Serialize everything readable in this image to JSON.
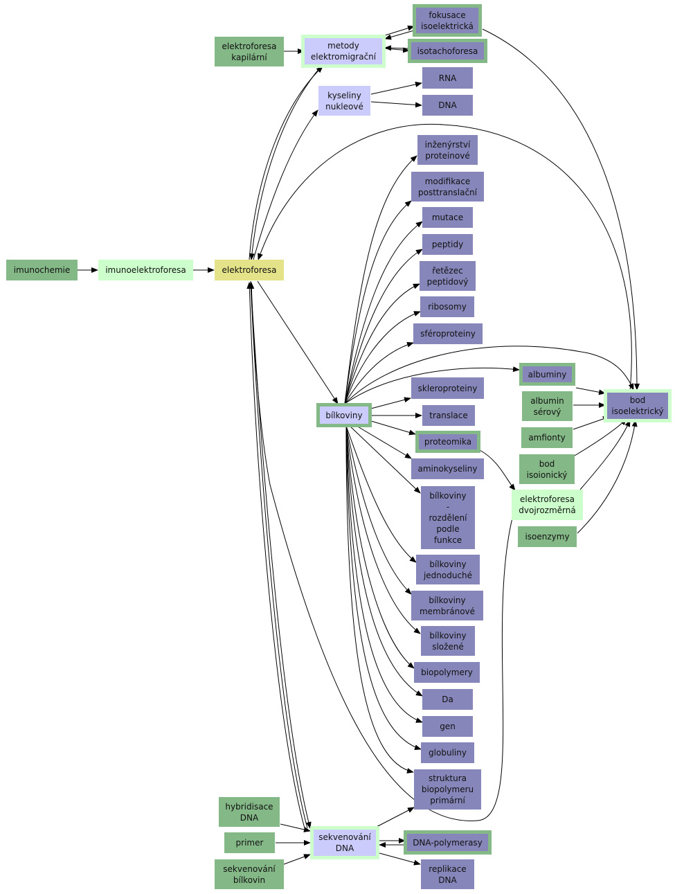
{
  "nodes": {
    "imunochemie": "imunochemie",
    "imunoelektroforesa": "imunoelektroforesa",
    "elektroforesa": "elektroforesa",
    "elektroforesa_kapilarni": "elektroforesa\nkapilární",
    "metody_elektromigracni": "metody\nelektromigrační",
    "fokusace": "fokusace\nisoelektrická",
    "isotachoforesa": "isotachoforesa",
    "kyseliny_nukleove": "kyseliny\nnukleové",
    "rna": "RNA",
    "dna": "DNA",
    "inzenyrstvi": "inženýrství\nproteinové",
    "modifikace": "modifikace\nposttranslační",
    "mutace": "mutace",
    "peptidy": "peptidy",
    "retezec": "řetězec\npeptidový",
    "ribosomy": "ribosomy",
    "sferoproteiny": "sféroproteiny",
    "skleroproteiny": "skleroproteiny",
    "bilkoviny": "bílkoviny",
    "translace": "translace",
    "proteomika": "proteomika",
    "aminokyseliny": "aminokyseliny",
    "bilkoviny_rozdeleni": "bílkoviny\n-\nrozdělení\npodle\nfunkce",
    "bilkoviny_jednoduche": "bílkoviny\njednoduché",
    "bilkoviny_membranove": "bílkoviny\nmembránové",
    "bilkoviny_slozene": "bílkoviny\nsložené",
    "biopolymery": "biopolymery",
    "da": "Da",
    "gen": "gen",
    "globuliny": "globuliny",
    "struktura": "struktura\nbiopolymeru\nprimární",
    "albuminy": "albuminy",
    "albumin_serovy": "albumin\nsérový",
    "amfionty": "amfionty",
    "bod_isoionicky": "bod\nisoionický",
    "elektroforesa_dvojrozmerna": "elektroforesa\ndvojrozměrná",
    "isoenzymy": "isoenzymy",
    "bod_isoelektricky": "bod\nisoelektrický",
    "hybridisace": "hybridisace\nDNA",
    "primer": "primer",
    "sekvenovani_bilkovin": "sekvenování\nbílkovin",
    "sekvenovani_dna": "sekvenování\nDNA",
    "dna_polymerasy": "DNA-polymerasy",
    "replikace": "replikace\nDNA"
  },
  "colors": {
    "green": "#84b887",
    "purple": "#8686ba",
    "lavender": "#ccccfc",
    "yellow": "#e5e389",
    "mint": "#ccffcc",
    "edge": "#000000"
  }
}
